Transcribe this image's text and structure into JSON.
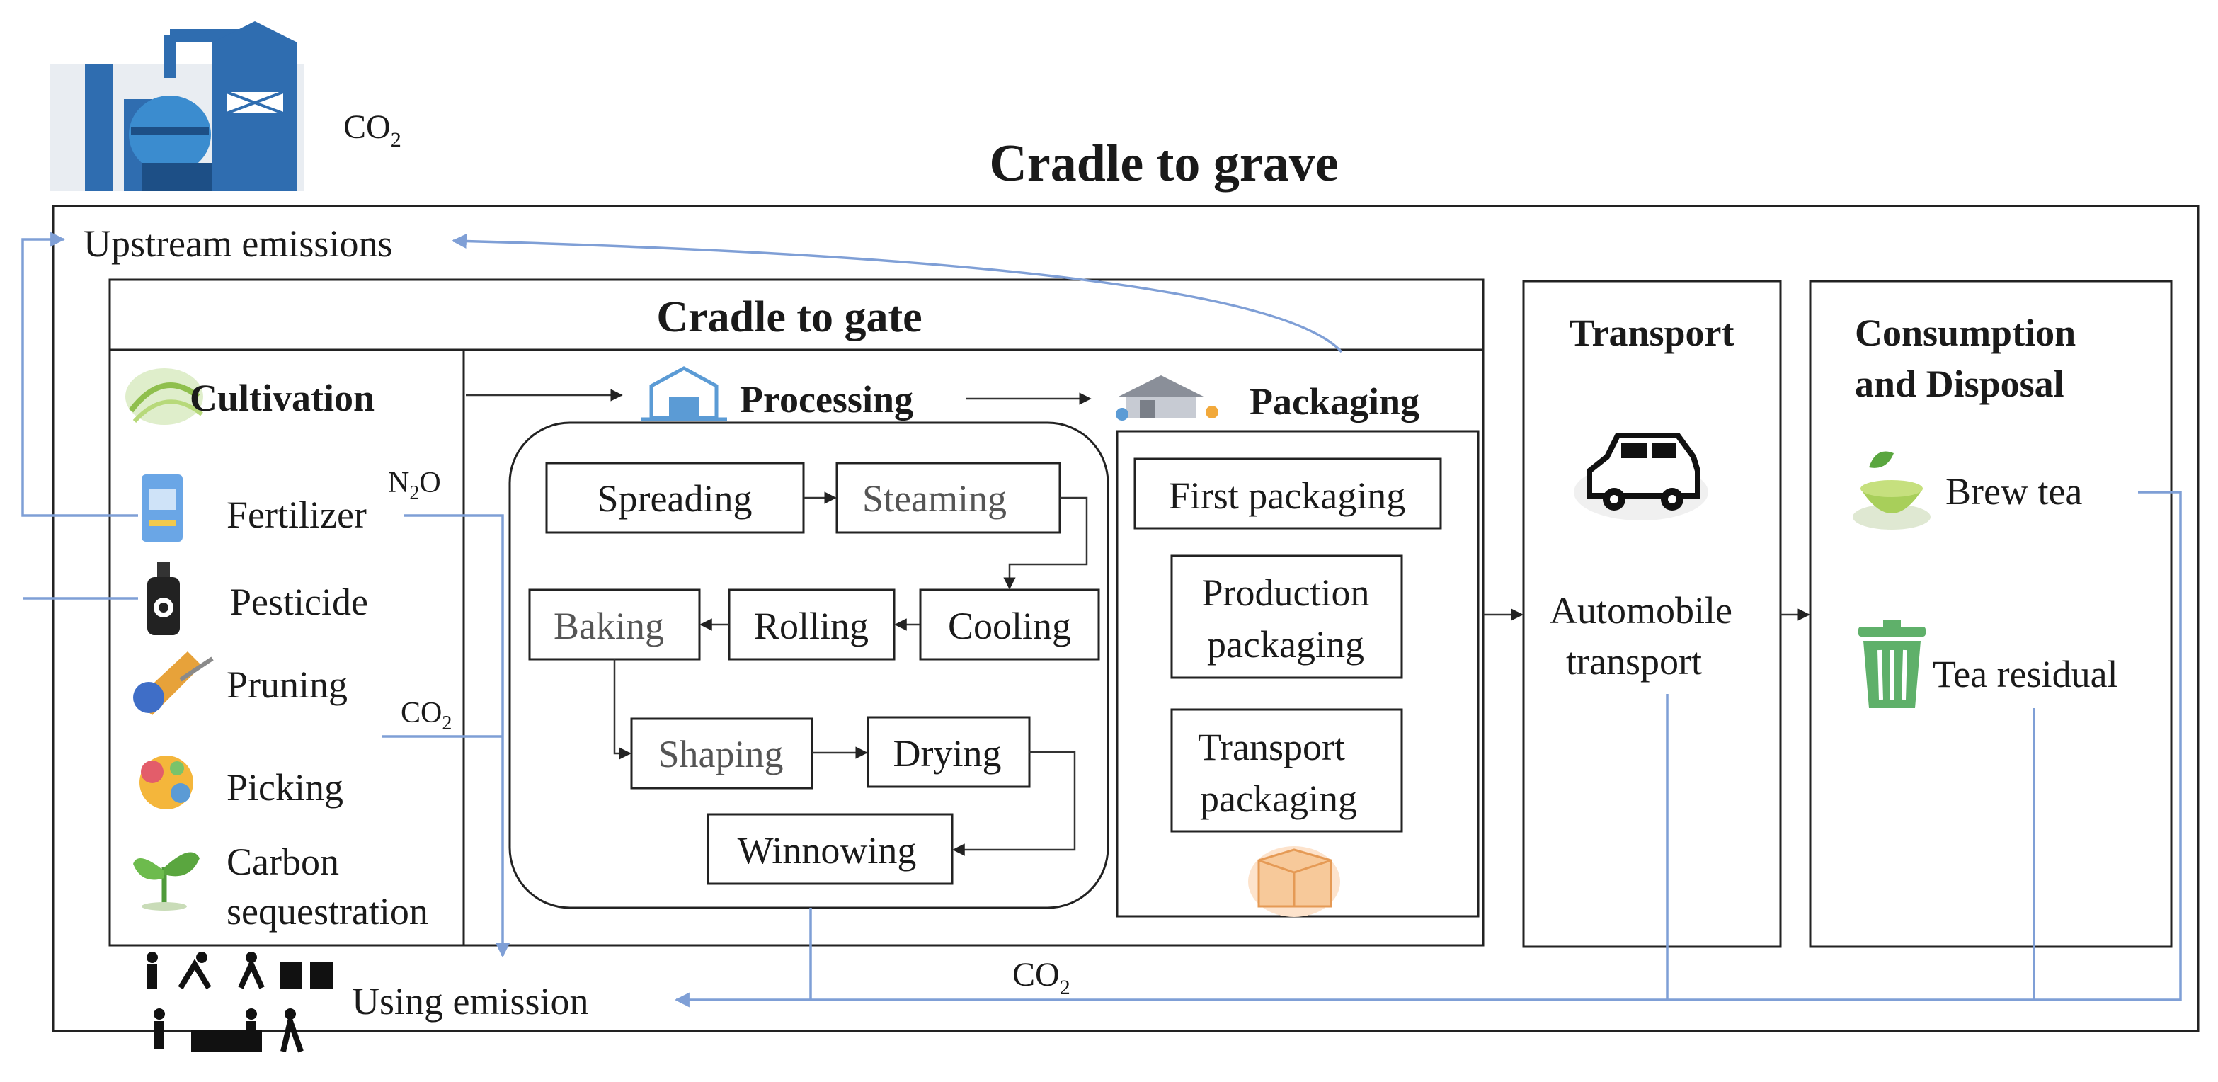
{
  "title": "Cradle to grave",
  "co2_label_top": "CO",
  "co2_sub": "2",
  "n2o_main": "N",
  "n2o_sub": "2",
  "n2o_tail": "O",
  "upstream": "Upstream emissions",
  "cradle_to_gate": "Cradle to gate",
  "cultivation": {
    "title": "Cultivation",
    "items": [
      "Fertilizer",
      "Pesticide",
      "Pruning",
      "Picking",
      "Carbon",
      "sequestration"
    ]
  },
  "processing": {
    "title": "Processing",
    "steps": [
      "Spreading",
      "Steaming",
      "Cooling",
      "Rolling",
      "Baking",
      "Shaping",
      "Drying",
      "Winnowing"
    ]
  },
  "packaging": {
    "title": "Packaging",
    "items": [
      "First packaging",
      "Production",
      "packaging",
      "Transport",
      "packaging"
    ]
  },
  "transport": {
    "title": "Transport",
    "line1": "Automobile",
    "line2": "transport"
  },
  "consumption": {
    "title1": "Consumption",
    "title2": "and Disposal",
    "brew": "Brew tea",
    "residual": "Tea residual"
  },
  "using_emission": "Using emission",
  "colors": {
    "emission_line": "#7f9fd6",
    "factory": "#2f6db0",
    "box_stroke": "#222222"
  }
}
